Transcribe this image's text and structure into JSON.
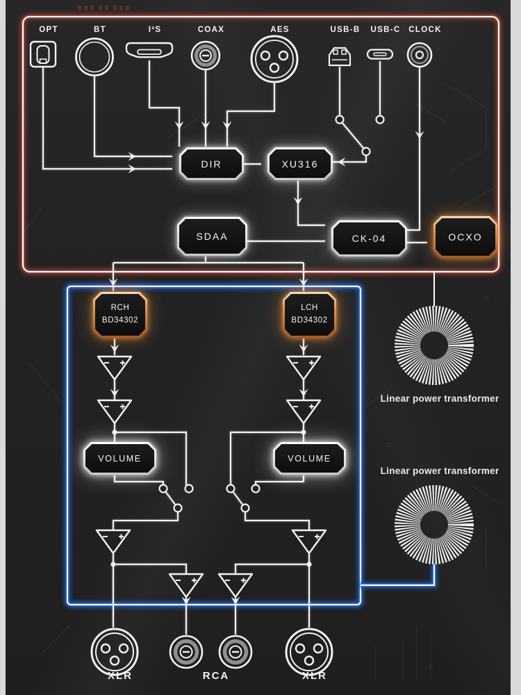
{
  "page": {
    "background": "#d9d9d9",
    "panel_background": "#242424"
  },
  "sections": {
    "digital": {
      "frame_color": "#9c4f43"
    },
    "analog": {
      "frame_color": "#2e6bd0"
    }
  },
  "inputs": [
    {
      "label": "OPT",
      "icon": "optical-toslink-icon"
    },
    {
      "label": "BT",
      "icon": "bluetooth-round-icon"
    },
    {
      "label": "I²S",
      "icon": "hdmi-i2s-icon"
    },
    {
      "label": "COAX",
      "icon": "coax-connector-icon"
    },
    {
      "label": "AES",
      "icon": "aes-xlr-icon"
    },
    {
      "label": "USB-B",
      "icon": "usb-b-icon"
    },
    {
      "label": "USB-C",
      "icon": "usb-c-icon"
    },
    {
      "label": "CLOCK",
      "icon": "clock-bnc-icon"
    }
  ],
  "blocks": {
    "dir": "DIR",
    "xu316": "XU316",
    "sdaa": "SDAA",
    "ck04": "CK-04",
    "ocxo": "OCXO"
  },
  "channels": [
    {
      "name": "RCH",
      "chip": "BD34302",
      "volume": "VOLUME"
    },
    {
      "name": "LCH",
      "chip": "BD34302",
      "volume": "VOLUME"
    }
  ],
  "transformers": [
    {
      "label": "Linear power transformer"
    },
    {
      "label": "Linear power transformer"
    }
  ],
  "outputs": [
    {
      "label": "XLR",
      "icon": "xlr-connector-icon"
    },
    {
      "label": "RCA",
      "icon": "rca-connector-icon"
    },
    {
      "label": "XLR",
      "icon": "xlr-connector-icon"
    }
  ],
  "colors": {
    "wire": "#f2f2f2",
    "glow_red": "#9c4f43",
    "glow_blue": "#2e6bd0",
    "glow_orange": "#cd7f42",
    "box_fill": "#121212"
  }
}
